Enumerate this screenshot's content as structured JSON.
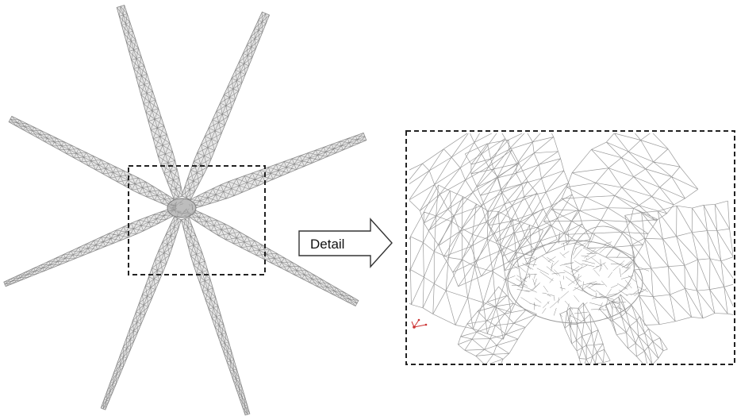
{
  "arrow": {
    "label": "Detail"
  },
  "colors": {
    "mesh_overview": "#8a8a8a",
    "mesh_overview_hub": "#7a7a7a",
    "mesh_detail": "#9a9a9a",
    "frame": "#222222",
    "axis_triad": "#cc3333",
    "arrow_outline": "#333333"
  },
  "panels": {
    "overview": {
      "content": "helicopter-rotor-mesh-top-view",
      "blade_count": 8
    },
    "detail": {
      "content": "rotor-hub-wireframe-closeup"
    }
  }
}
